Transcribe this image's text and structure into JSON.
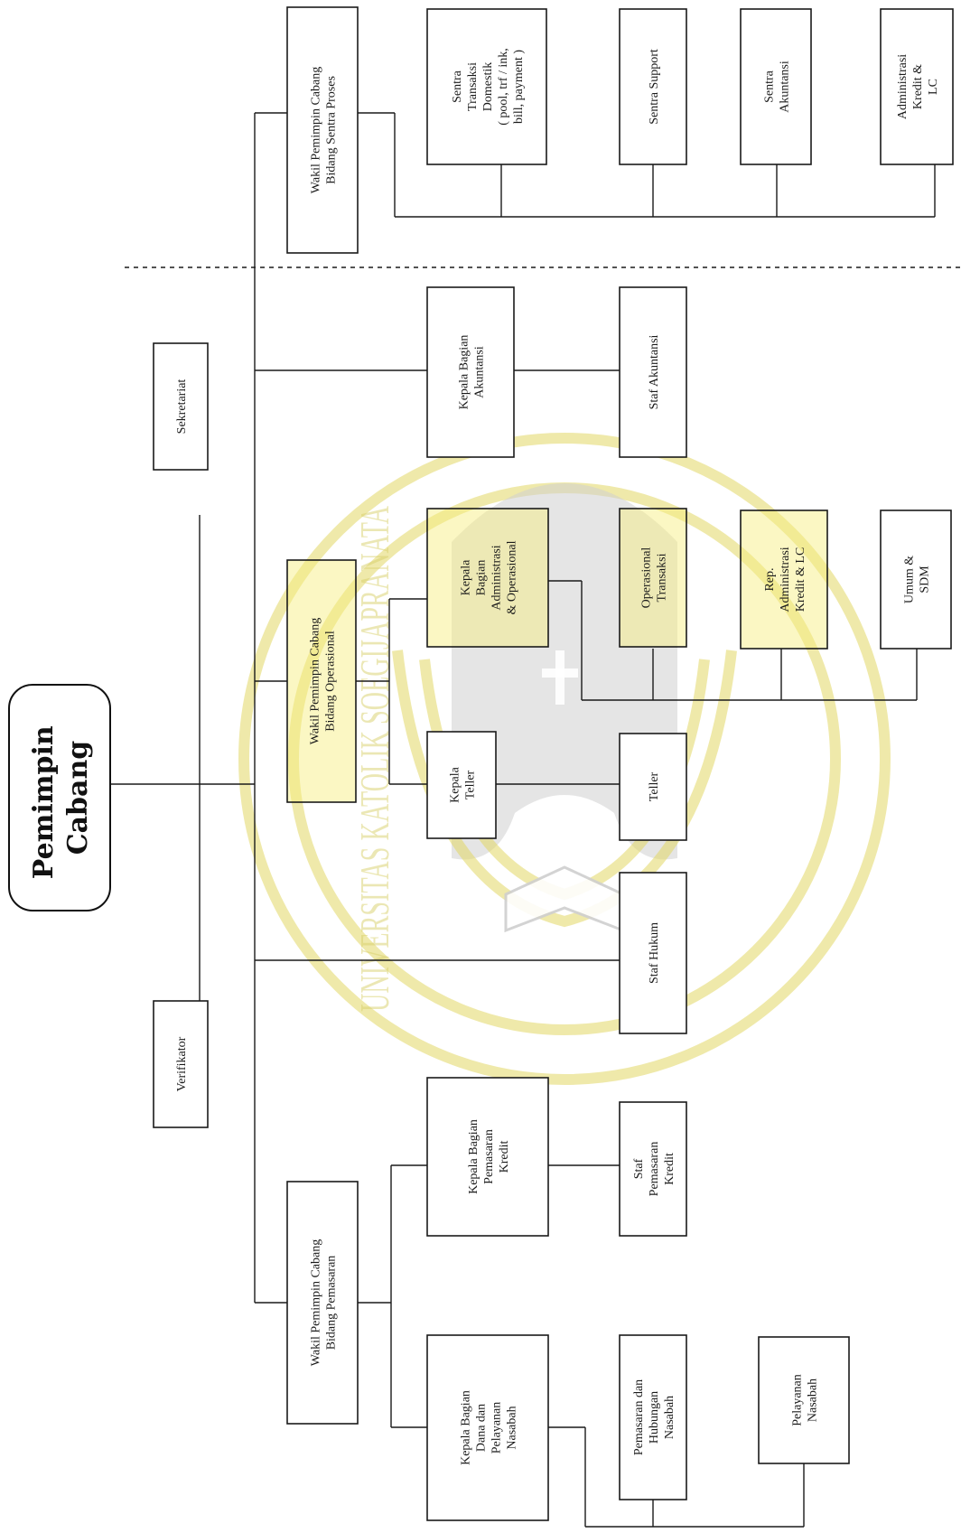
{
  "title": {
    "line1": "Pemimpin",
    "line2": "Cabang"
  },
  "nodes": {
    "sekretariat": "Sekretariat",
    "verifikator": "Verifikator",
    "wakil_sentra": [
      "Wakil Pemimpin Cabang",
      "Bidang Sentra Proses"
    ],
    "sentra_transaksi": [
      "Sentra",
      "Transaksi",
      "Domestik",
      "( pool, trf / ink,",
      "bill, payment )"
    ],
    "sentra_support": [
      "Sentra Support"
    ],
    "sentra_akuntansi": [
      "Sentra",
      "Akuntansi"
    ],
    "admin_kredit_lc": [
      "Administrasi",
      "Kredit &",
      "LC"
    ],
    "kabag_akuntansi": [
      "Kepala Bagian",
      "Akuntansi"
    ],
    "staf_akuntansi": [
      "Staf Akuntansi"
    ],
    "wakil_operasional": [
      "Wakil Pemimpin Cabang",
      "Bidang Operasional"
    ],
    "kabag_admin_ops": [
      "Kepala",
      "Bagian",
      "Administrasi",
      "& Operasional"
    ],
    "ops_transaksi": [
      "Operasional",
      "Transaksi"
    ],
    "rep_admin_kredit": [
      "Rep.",
      "Administrasi",
      "Kredit & LC"
    ],
    "umum_sdm": [
      "Umum &",
      "SDM"
    ],
    "kepala_teller": [
      "Kepala",
      "Teller"
    ],
    "teller": [
      "Teller"
    ],
    "staf_hukum": [
      "Staf Hukum"
    ],
    "wakil_pemasaran": [
      "Wakil Pemimpin Cabang",
      "Bidang Pemasaran"
    ],
    "kabag_pemasaran_kredit": [
      "Kepala Bagian",
      "Pemasaran",
      "Kredit"
    ],
    "staf_pemasaran_kredit": [
      "Staf",
      "Pemasaran",
      "Kredit"
    ],
    "kabag_dana": [
      "Kepala Bagian",
      "Dana dan",
      "Pelayanan",
      "Nasabah"
    ],
    "pemasaran_hubungan": [
      "Pemasaran dan",
      "Hubungan",
      "Nasabah"
    ],
    "pelayanan_nasabah": [
      "Pelayanan",
      "Nasabah"
    ]
  },
  "watermark": {
    "text": "UNIVERSITAS KATOLIK SOEGIJAPRANATA"
  },
  "colors": {
    "highlight": "#f7ee7a",
    "line": "#1a1a1a",
    "watermark": "#d9d06b"
  }
}
